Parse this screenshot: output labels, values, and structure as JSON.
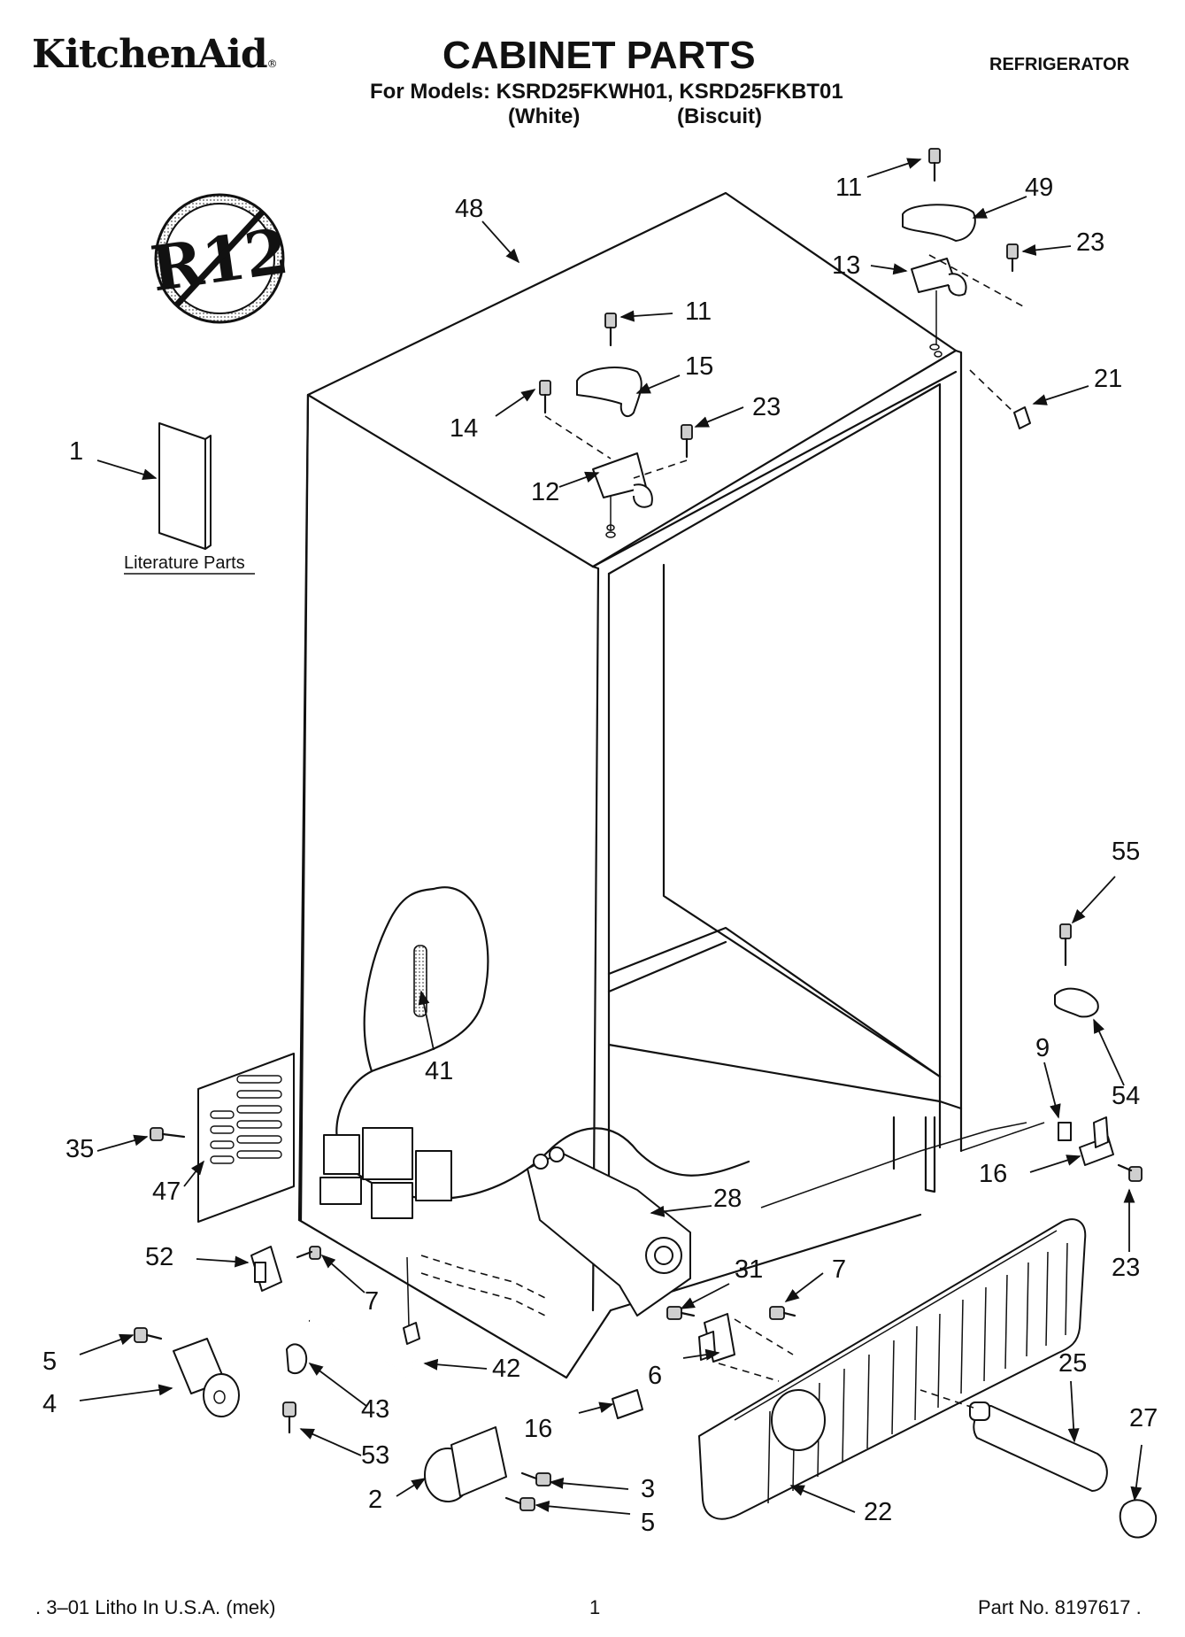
{
  "header": {
    "brand": "KitchenAid",
    "brand_mark": "®",
    "title": "CABINET PARTS",
    "subtitle": "For Models: KSRD25FKWH01, KSRD25FKBT01",
    "variant_1": "(White)",
    "variant_2": "(Biscuit)",
    "category": "REFRIGERATOR"
  },
  "logo": {
    "text": "R12",
    "icon": "no-r12-icon"
  },
  "literature_label": "Literature Parts",
  "callouts": [
    {
      "id": "c48",
      "label": "48"
    },
    {
      "id": "c11a",
      "label": "11"
    },
    {
      "id": "c49",
      "label": "49"
    },
    {
      "id": "c23a",
      "label": "23"
    },
    {
      "id": "c13",
      "label": "13"
    },
    {
      "id": "c11b",
      "label": "11"
    },
    {
      "id": "c15",
      "label": "15"
    },
    {
      "id": "c14",
      "label": "14"
    },
    {
      "id": "c23b",
      "label": "23"
    },
    {
      "id": "c21",
      "label": "21"
    },
    {
      "id": "c1",
      "label": "1"
    },
    {
      "id": "c12",
      "label": "12"
    },
    {
      "id": "c55",
      "label": "55"
    },
    {
      "id": "c9",
      "label": "9"
    },
    {
      "id": "c54",
      "label": "54"
    },
    {
      "id": "c41",
      "label": "41"
    },
    {
      "id": "c35",
      "label": "35"
    },
    {
      "id": "c47",
      "label": "47"
    },
    {
      "id": "c16a",
      "label": "16"
    },
    {
      "id": "c28",
      "label": "28"
    },
    {
      "id": "c23c",
      "label": "23"
    },
    {
      "id": "c52",
      "label": "52"
    },
    {
      "id": "c31",
      "label": "31"
    },
    {
      "id": "c7a",
      "label": "7"
    },
    {
      "id": "c7b",
      "label": "7"
    },
    {
      "id": "c5a",
      "label": "5"
    },
    {
      "id": "c25",
      "label": "25"
    },
    {
      "id": "c42",
      "label": "42"
    },
    {
      "id": "c6",
      "label": "6"
    },
    {
      "id": "c4",
      "label": "4"
    },
    {
      "id": "c43",
      "label": "43"
    },
    {
      "id": "c27",
      "label": "27"
    },
    {
      "id": "c16b",
      "label": "16"
    },
    {
      "id": "c53",
      "label": "53"
    },
    {
      "id": "c3",
      "label": "3"
    },
    {
      "id": "c2",
      "label": "2"
    },
    {
      "id": "c22",
      "label": "22"
    },
    {
      "id": "c5b",
      "label": "5"
    }
  ],
  "footer": {
    "left": ". 3–01 Litho In U.S.A. (mek)",
    "page": "1",
    "right": "Part No. 8197617 ."
  }
}
